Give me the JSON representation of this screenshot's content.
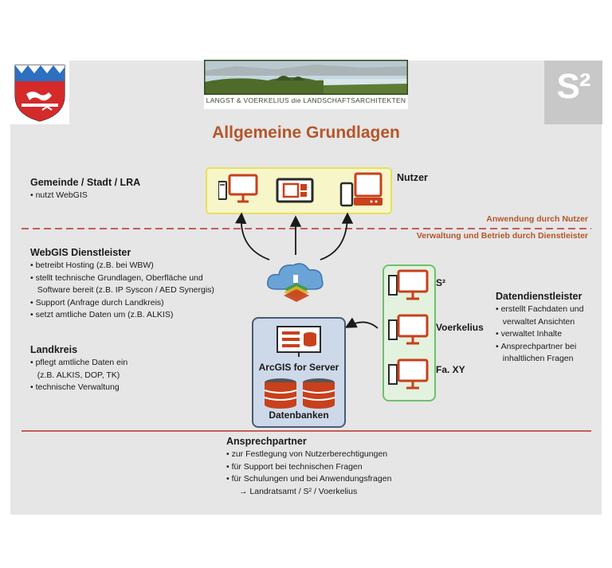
{
  "title": "Allgemeine Grundlagen",
  "logos": {
    "crest_icon": "district-crest-icon",
    "landscape_caption": "LANGST & VOERKELIUS die LANDSCHAFTSARCHITEKTEN",
    "s2_logo": "S²"
  },
  "nutzer": {
    "label": "Nutzer",
    "devices": [
      "desktop-icon",
      "tablet-icon",
      "phone-icon"
    ]
  },
  "lines": {
    "top_label": "Anwendung durch Nutzer",
    "bottom_label": "Verwaltung und Betrieb durch Dienstleister"
  },
  "gemeinde": {
    "heading": "Gemeinde / Stadt / LRA",
    "items": [
      "nutzt WebGIS"
    ]
  },
  "webgis": {
    "heading": "WebGIS Dienstleister",
    "items": [
      "betreibt Hosting (z.B. bei WBW)",
      "stellt technische Grundlagen, Oberfläche und",
      "Software bereit (z.B. IP Syscon / AED Synergis)",
      "Support (Anfrage durch Landkreis)",
      "setzt amtliche Daten um (z.B. ALKIS)"
    ]
  },
  "landkreis": {
    "heading": "Landkreis",
    "items": [
      "pflegt amtliche Daten ein",
      "(z.B. ALKIS, DOP, TK)",
      "technische Verwaltung"
    ]
  },
  "server": {
    "arcgis_label": "ArcGIS for Server",
    "db_label": "Datenbanken"
  },
  "providers": [
    "S²",
    "Voerkelius",
    "Fa. XY"
  ],
  "datendienstleister": {
    "heading": "Datendienstleister",
    "items": [
      "erstellt Fachdaten und",
      "verwaltet Ansichten",
      "verwaltet Inhalte",
      "Ansprechpartner bei",
      "inhaltlichen Fragen"
    ]
  },
  "ansprechpartner": {
    "heading": "Ansprechpartner",
    "items": [
      "zur Festlegung von Nutzerberechtigungen",
      "für Support bei technischen Fragen",
      "für Schulungen und bei Anwendungsfragen"
    ],
    "result": "→  Landratsamt / S² / Voerkelius"
  },
  "colors": {
    "accent": "#b5562a",
    "device_red": "#c8401c",
    "divider": "#b5312a",
    "nutzer_fill": "#f6f6c8",
    "server_fill": "#cdd9e9",
    "provider_fill": "#e3f2de"
  }
}
